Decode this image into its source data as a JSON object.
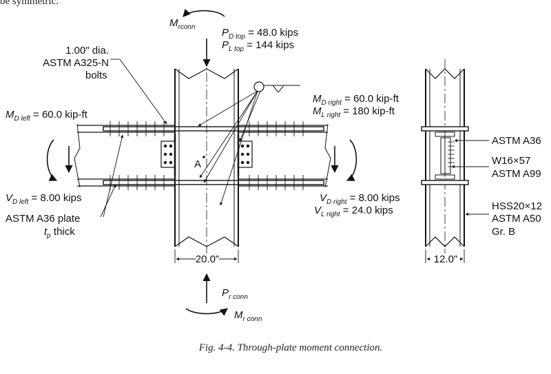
{
  "header_fragment": "be symmetric.",
  "labels": {
    "m_rconn_top": {
      "main": "M",
      "sub": "rconn"
    },
    "p_d_top": {
      "main": "P",
      "sub": "D top",
      "value": " = 48.0 kips"
    },
    "p_l_top": {
      "main": "P",
      "sub": "L top",
      "value": " = 144 kips"
    },
    "bolts": [
      "1.00\" dia.",
      "ASTM A325-N",
      "bolts"
    ],
    "m_d_left": {
      "main": "M",
      "sub": "D left",
      "value": " = 60.0 kip-ft"
    },
    "m_d_right": {
      "main": "M",
      "sub": "D right",
      "value": " = 60.0 kip-ft"
    },
    "m_l_right": {
      "main": "M",
      "sub": "L right",
      "value": " = 180 kip-ft"
    },
    "point_a": "A",
    "v_d_left": {
      "main": "V",
      "sub": "D left",
      "value": " = 8.00 kips"
    },
    "v_d_right": {
      "main": "V",
      "sub": "D right",
      "value": " = 8.00 kips"
    },
    "v_l_right": {
      "main": "V",
      "sub": "L right",
      "value": " = 24.0 kips"
    },
    "plate": [
      "ASTM A36 plate"
    ],
    "plate_thick": {
      "main": "t",
      "sub": "p",
      "value": "  thick"
    },
    "dim_col": "20.0\"",
    "dim_side": "12.0\"",
    "p_rconn": {
      "main": "P",
      "sub": "r conn"
    },
    "m_rconn_bot": {
      "main": "M",
      "sub": "r conn"
    },
    "side_labels": [
      "ASTM A36",
      "W16×57",
      "ASTM A99",
      "HSS20×12",
      "ASTM A50",
      "Gr. B"
    ]
  },
  "caption": "Fig. 4-4. Through-plate moment connection."
}
